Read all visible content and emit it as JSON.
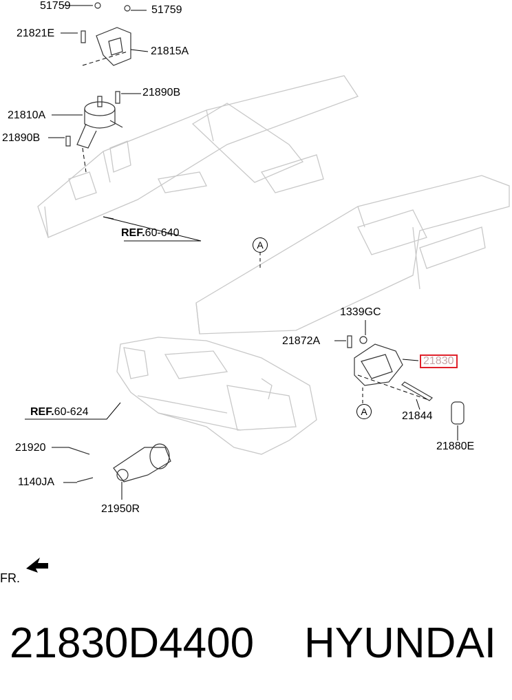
{
  "labels": {
    "p51759_a": "51759",
    "p51759_b": "51759",
    "p21821E": "21821E",
    "p21815A": "21815A",
    "p21890B_a": "21890B",
    "p21810A": "21810A",
    "p21890B_b": "21890B",
    "ref60640": "REF.60-640",
    "ref60640_bold": "REF.",
    "ref60640_num": "60-640",
    "circleA_top": "A",
    "p1339GC": "1339GC",
    "p21872A": "21872A",
    "p21830": "21830",
    "circleA_bot": "A",
    "p21844": "21844",
    "p21880E": "21880E",
    "ref60624_bold": "REF.",
    "ref60624_num": "60-624",
    "p21920": "21920",
    "p1140JA": "1140JA",
    "p21950R": "21950R",
    "fr": "FR."
  },
  "footer": {
    "part_number": "21830D4400",
    "brand": "HYUNDAI"
  },
  "colors": {
    "highlight_border": "#e0202a",
    "highlight_text": "#c7a3a5",
    "line": "#000000",
    "frame": "#c8c8c8"
  }
}
